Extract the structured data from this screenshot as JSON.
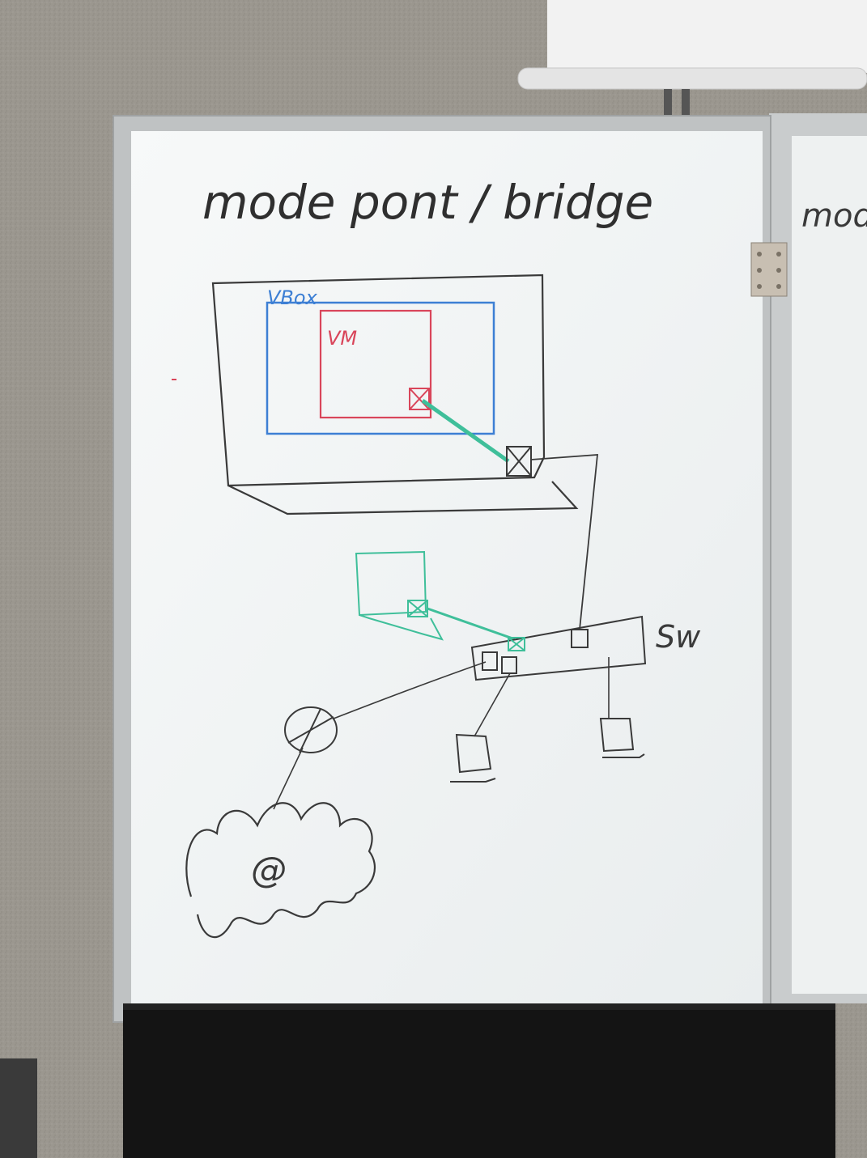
{
  "whiteboard": {
    "title": "mode pont / bridge",
    "next_board_partial_text": "mod"
  },
  "diagram": {
    "vbox_label": "VBox",
    "vm_label": "VM",
    "internet_label": "@",
    "switch_label": "Sw"
  },
  "colors": {
    "marker_black": "#3a3a3a",
    "marker_blue": "#3d7fd4",
    "marker_red": "#d9455a",
    "marker_green": "#3fbf9a",
    "board_white": "#f4f6f6",
    "frame_aluminium": "#b9bcbd",
    "wall_fabric": "#9a9690"
  }
}
